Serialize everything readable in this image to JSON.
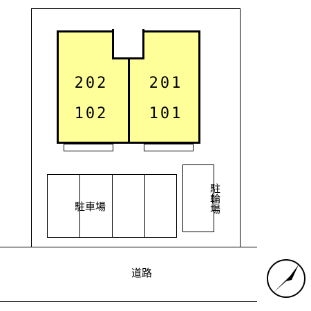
{
  "units": {
    "top_left": "202",
    "bottom_left": "102",
    "top_right": "201",
    "bottom_right": "101"
  },
  "labels": {
    "parking": "駐車場",
    "bicycle_parking": "駐輪場",
    "road": "道路"
  },
  "parking_stalls": 4,
  "colors": {
    "building_fill": "#ffff99",
    "outline": "#000000"
  },
  "icons": {
    "compass": "north-arrow-icon"
  }
}
